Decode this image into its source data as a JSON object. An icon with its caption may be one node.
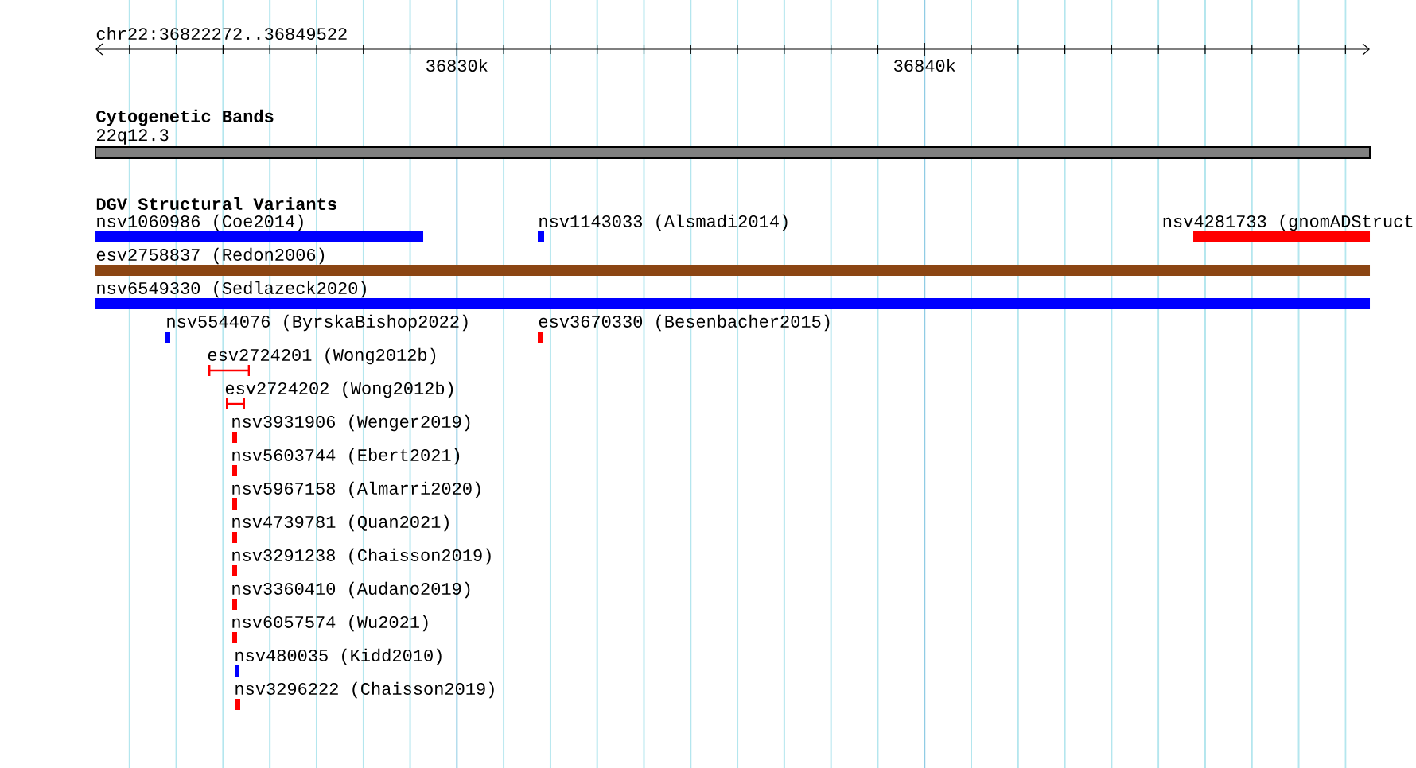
{
  "diagram": {
    "nodes": [
      {
        "text": [
          "22q12.3"
        ]
      },
      {
        "text": [
          "nsv1060986 (Coe2014)"
        ]
      },
      {
        "text": [
          "nsv1143033 (Alsmadi2014)"
        ]
      },
      {
        "text": [
          "nsv4281733 (gnomADStruct"
        ]
      },
      {
        "text": [
          "esv2758837 (Redon2006)"
        ]
      },
      {
        "text": [
          "nsv6549330 (Sedlazeck2020)"
        ]
      },
      {
        "text": [
          "nsv5544076 (ByrskaBishop2022)"
        ]
      },
      {
        "text": [
          "esv3670330 (Besenbacher2015)"
        ]
      },
      {
        "text": [
          "esv2724201 (Wong2012b)"
        ]
      },
      {
        "text": [
          "esv2724202 (Wong2012b)"
        ]
      },
      {
        "text": [
          "nsv3931906 (Wenger2019)"
        ]
      },
      {
        "text": [
          "nsv5603744 (Ebert2021)"
        ]
      },
      {
        "text": [
          "nsv5967158 (Almarri2020)"
        ]
      },
      {
        "text": [
          "nsv4739781 (Quan2021)"
        ]
      },
      {
        "text": [
          "nsv3291238 (Chaisson2019)"
        ]
      },
      {
        "text": [
          "nsv3360410 (Audano2019)"
        ]
      },
      {
        "text": [
          "nsv6057574 (Wu2021)"
        ]
      },
      {
        "text": [
          "nsv480035 (Kidd2010)"
        ]
      },
      {
        "text": [
          "nsv3296222 (Chaisson2019)"
        ]
      }
    ],
    "labels": [
      "chr22:36822272..36849522",
      "36830k",
      "36840k",
      "Cytogenetic Bands",
      "DGV Structural Variants"
    ]
  }
}
